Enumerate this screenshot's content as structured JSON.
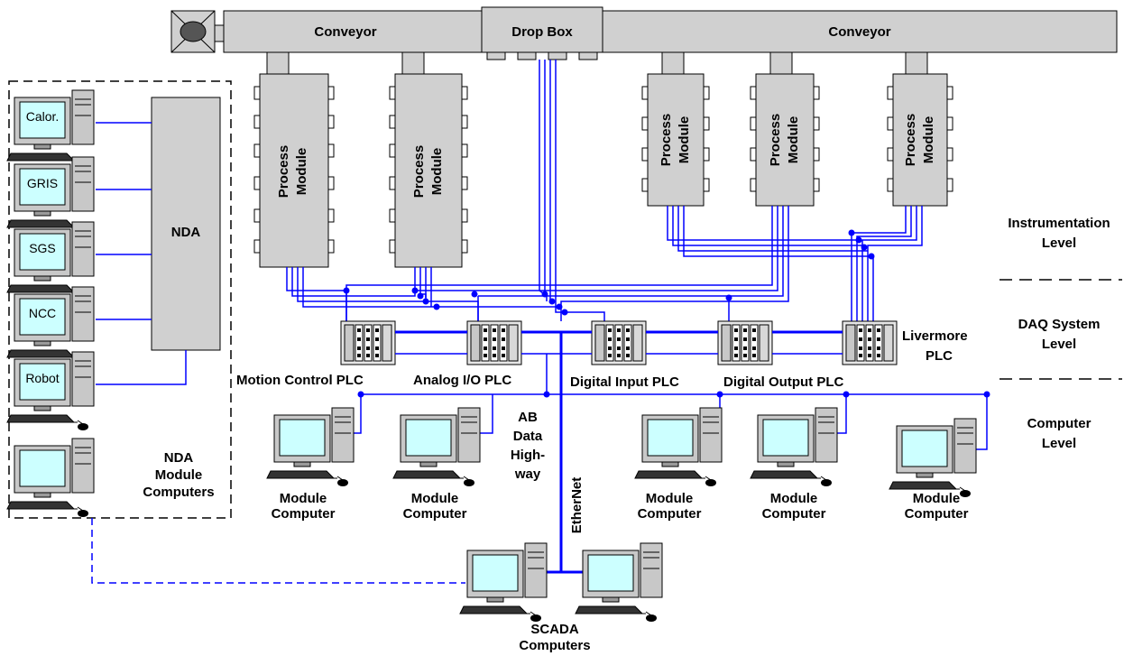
{
  "conveyor": {
    "left_label": "Conveyor",
    "right_label": "Conveyor",
    "drop_box_label": "Drop Box"
  },
  "process_modules": [
    {
      "line1": "Process",
      "line2": "Module"
    },
    {
      "line1": "Process",
      "line2": "Module"
    },
    {
      "line1": "Process",
      "line2": "Module"
    },
    {
      "line1": "Process",
      "line2": "Module"
    },
    {
      "line1": "Process",
      "line2": "Module"
    }
  ],
  "nda": {
    "label": "NDA",
    "computers": [
      "Calor.",
      "GRIS",
      "SGS",
      "NCC",
      "Robot",
      ""
    ],
    "group_label": [
      "NDA",
      "Module",
      "Computers"
    ]
  },
  "plcs": {
    "motion_control": "Motion Control PLC",
    "analog_io": "Analog I/O PLC",
    "digital_input": "Digital Input PLC",
    "digital_output": "Digital Output PLC",
    "livermore": [
      "Livermore",
      "PLC"
    ]
  },
  "module_computers": [
    [
      "Module",
      "Computer"
    ],
    [
      "Module",
      "Computer"
    ],
    [
      "Module",
      "Computer"
    ],
    [
      "Module",
      "Computer"
    ],
    [
      "Module",
      "Computer"
    ]
  ],
  "networks": {
    "ab_data_highway": [
      "AB",
      "Data",
      "High-",
      "way"
    ],
    "ethernet": "EtherNet"
  },
  "scada": [
    "SCADA",
    "Computers"
  ],
  "levels": {
    "instrumentation": [
      "Instrumentation",
      "Level"
    ],
    "daq": [
      "DAQ System",
      "Level"
    ],
    "computer": [
      "Computer",
      "Level"
    ]
  },
  "colors": {
    "box_fill": "#d0d0d0",
    "wire": "#0000ff",
    "screen": "#ccffff"
  }
}
